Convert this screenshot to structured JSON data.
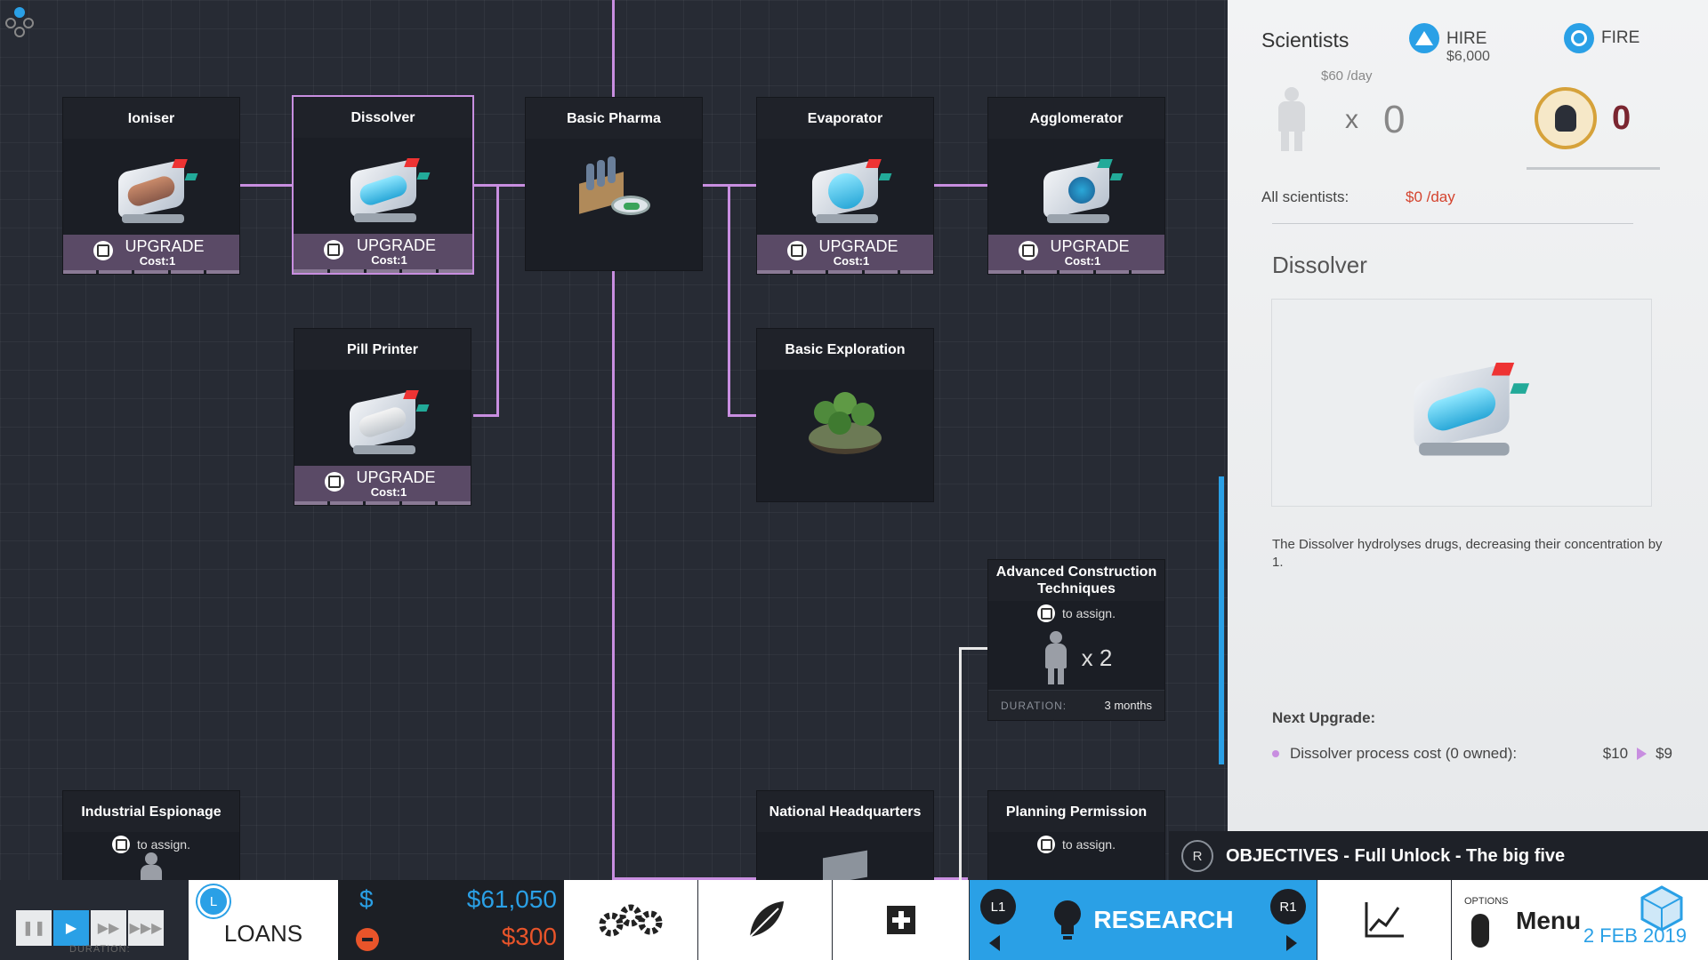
{
  "research_tree": {
    "nodes": [
      {
        "title": "Ioniser",
        "upgrade_label": "UPGRADE",
        "cost": "Cost:1"
      },
      {
        "title": "Dissolver",
        "upgrade_label": "UPGRADE",
        "cost": "Cost:1",
        "selected": true
      },
      {
        "title": "Basic Pharma"
      },
      {
        "title": "Evaporator",
        "upgrade_label": "UPGRADE",
        "cost": "Cost:1"
      },
      {
        "title": "Agglomerator",
        "upgrade_label": "UPGRADE",
        "cost": "Cost:1"
      },
      {
        "title": "Pill Printer",
        "upgrade_label": "UPGRADE",
        "cost": "Cost:1"
      },
      {
        "title": "Basic Exploration"
      }
    ],
    "projects": [
      {
        "title": "Advanced Construction Techniques",
        "assign": "to assign.",
        "scientists": "x 2",
        "duration_label": "DURATION:",
        "duration_value": "3 months"
      },
      {
        "title": "Industrial Espionage",
        "assign": "to assign."
      },
      {
        "title": "National Headquarters"
      },
      {
        "title": "Planning Permission",
        "assign": "to assign."
      }
    ]
  },
  "panel": {
    "scientists_title": "Scientists",
    "hire_label": "HIRE",
    "hire_price": "$6,000",
    "fire_label": "FIRE",
    "rate_per_day": "$60 /day",
    "count_x": "x",
    "count": "0",
    "research_points": "0",
    "all_scientists_label": "All scientists:",
    "all_scientists_value": "$0 /day",
    "selected_title": "Dissolver",
    "description": "The Dissolver hydrolyses drugs, decreasing their concentration by 1.",
    "next_upgrade_label": "Next Upgrade:",
    "next_upgrade_item": "Dissolver process cost (0 owned):",
    "next_upgrade_from": "$10",
    "next_upgrade_to": "$9"
  },
  "objectives": {
    "button": "R",
    "text": "OBJECTIVES - Full Unlock - The big five"
  },
  "bottom_bar": {
    "speed_pause": "❚❚",
    "speed_play": "▶",
    "speed_fast": "▶▶",
    "speed_fastest": "▶▶▶",
    "loans_button": "L",
    "loans": "LOANS",
    "currency_symbol": "$",
    "cash": "$61,050",
    "daily_cost": "$300",
    "research": "RESEARCH",
    "l1": "L1",
    "r1": "R1",
    "options": "OPTIONS",
    "menu": "Menu",
    "date": "2 FEB 2019",
    "duration_small": "DURATION:"
  },
  "colors": {
    "accent_blue": "#2aa0e6",
    "wire_purple": "#c88ee0",
    "cost_red": "#e8542a",
    "rp_red": "#7a2630"
  }
}
